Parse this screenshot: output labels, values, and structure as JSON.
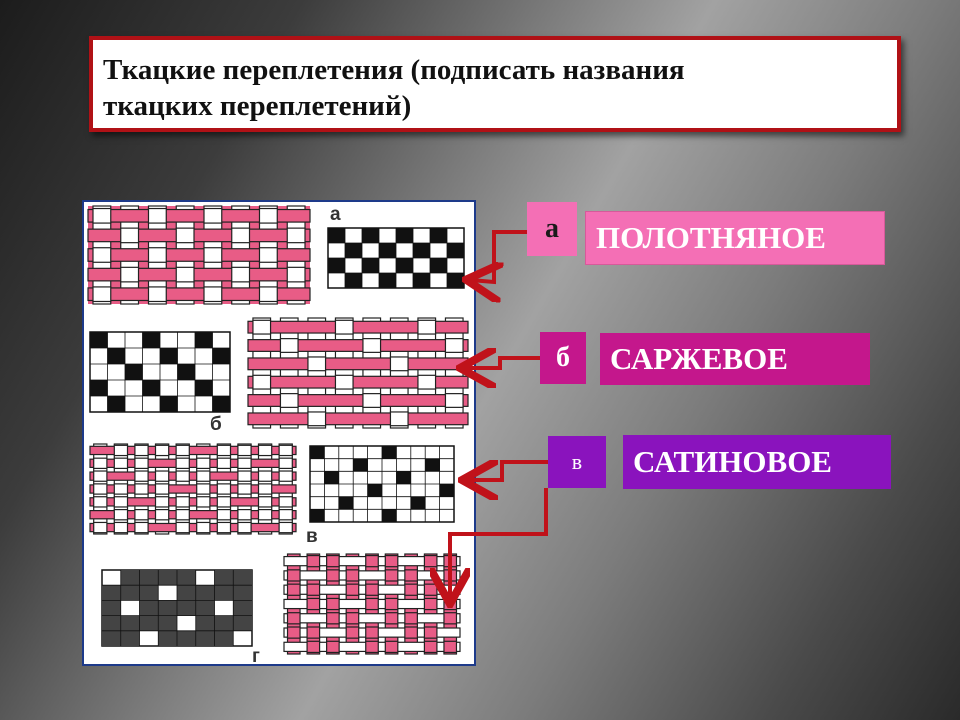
{
  "title": {
    "line1": "Ткацкие переплетения (подписать названия",
    "line2": "ткацких переплетений)"
  },
  "figure": {
    "letters": [
      "а",
      "б",
      "в",
      "г"
    ]
  },
  "answers": [
    {
      "letter": "а",
      "name": "ПОЛОТНЯНОЕ",
      "color": "#f46fb5"
    },
    {
      "letter": "б",
      "name": "САРЖЕВОЕ",
      "color": "#c4178c"
    },
    {
      "letter": "в",
      "name": "САТИНОВОЕ",
      "color": "#8a13bd"
    }
  ],
  "colors": {
    "frame_red": "#b01116",
    "arrow_red": "#c0121a",
    "thread_pink": "#e85c86",
    "figure_border": "#1d3a8a"
  }
}
